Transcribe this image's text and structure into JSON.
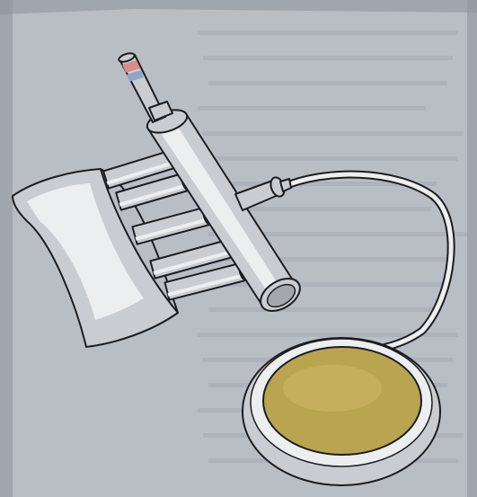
{
  "colors": {
    "page_background": "#b9bec5",
    "page_shadow": "#8c9199",
    "faint_print": "#9aa0a8",
    "device_body": "#c9ccd1",
    "device_highlight": "#eceef0",
    "device_shade": "#a4a8ae",
    "outline": "#1c1d20",
    "plate": "#b9a450",
    "plate_highlight": "#cdb865",
    "tip_red": "#d98b86",
    "tip_blue": "#8ea6c4"
  },
  "parts": [
    "nosepiece",
    "connector-tubes",
    "main-tube",
    "side-port",
    "sensor-probe",
    "tubing",
    "foot-pedal"
  ]
}
